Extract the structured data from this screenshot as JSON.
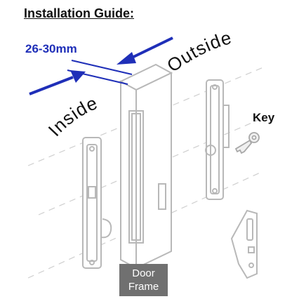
{
  "title": "Installation Guide:",
  "measurement": "26-30mm",
  "labels": {
    "outside": "Outside",
    "inside": "Inside",
    "key": "Key"
  },
  "door_frame": {
    "line1": "Door",
    "line2": "Frame"
  },
  "colors": {
    "arrow_blue": "#1f2fb8",
    "line_art": "#b8b8b8",
    "frame_label_bg": "#707070"
  }
}
